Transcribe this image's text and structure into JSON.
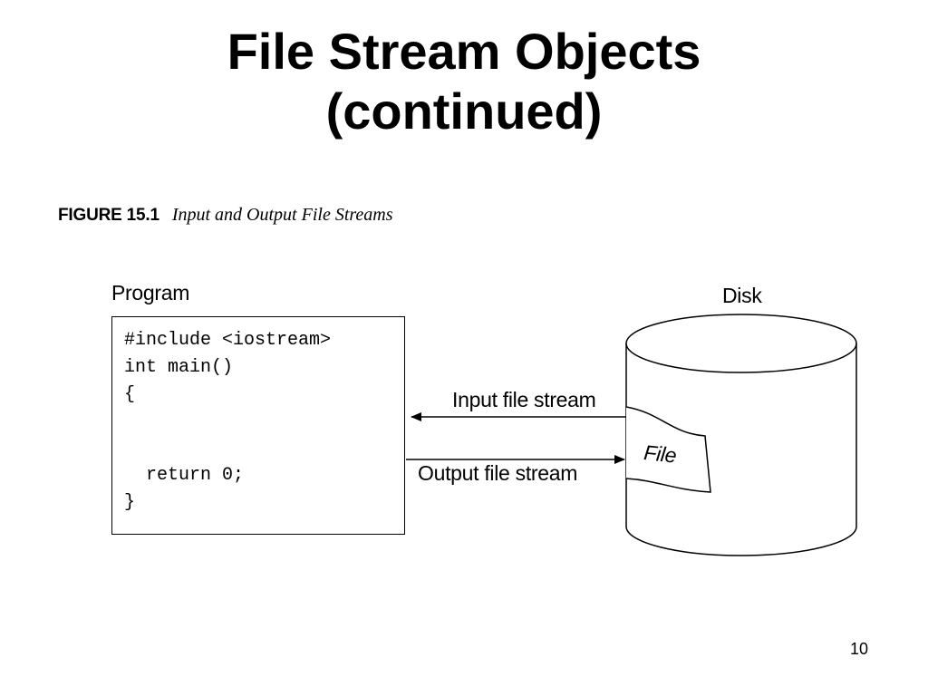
{
  "slide": {
    "title_line1": "File Stream Objects",
    "title_line2": "(continued)",
    "page_number": "10"
  },
  "figure": {
    "label": "FIGURE 15.1",
    "title": "Input and Output File Streams"
  },
  "diagram": {
    "program_label": "Program",
    "disk_label": "Disk",
    "file_label": "File",
    "input_stream_label": "Input file stream",
    "output_stream_label": "Output file stream",
    "code_lines": [
      "#include <iostream>",
      "int main()",
      "{",
      "  return 0;",
      "}"
    ]
  }
}
